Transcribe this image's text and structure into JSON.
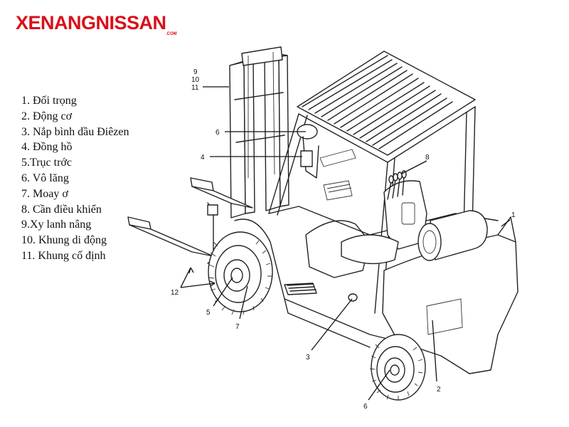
{
  "logo": {
    "main": "XENANGNISSAN",
    "sub": ".COM"
  },
  "legend": [
    "1. Đối trọng",
    "2. Động cơ",
    "3. Nắp bình dầu Điêzen",
    "4. Đồng hồ",
    "5.Trục trớc",
    "6. Vô lăng",
    "7. Moay ơ",
    "8. Cần điều khiển",
    "9.Xy lanh nâng",
    "10. Khung di động",
    "11. Khung cố định"
  ],
  "callouts": {
    "c1": "1",
    "c2": "2",
    "c3": "3",
    "c4": "4",
    "c5": "5",
    "c6a": "6",
    "c6b": "6",
    "c7": "7",
    "c8": "8",
    "c9": "9",
    "c10": "10",
    "c11": "11",
    "c12": "12"
  }
}
